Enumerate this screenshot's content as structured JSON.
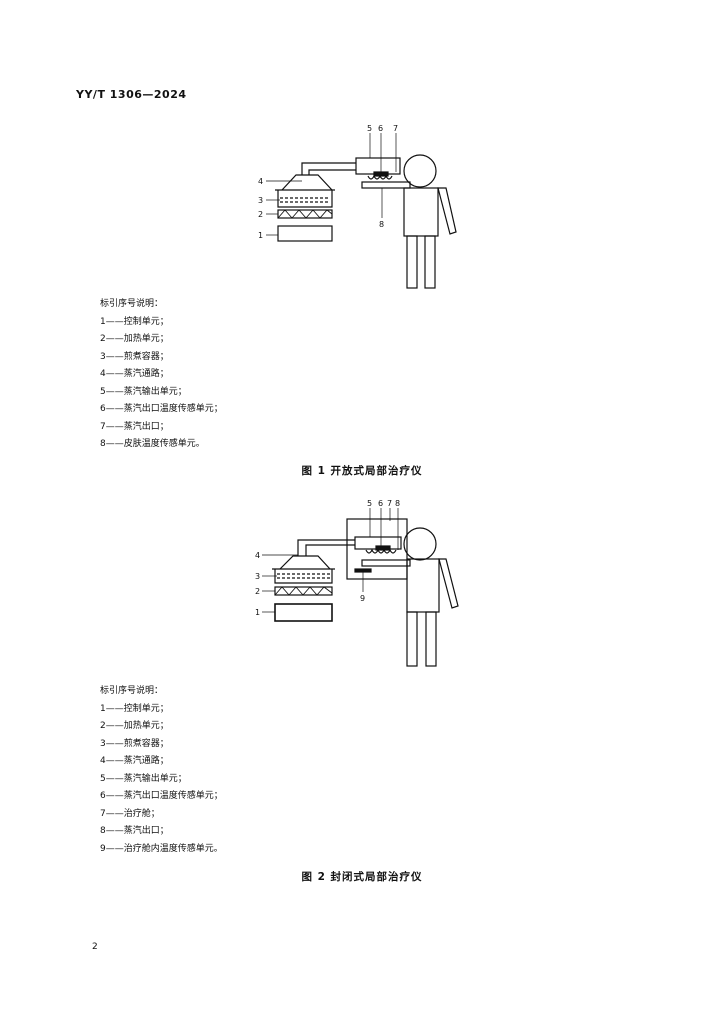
{
  "header": {
    "standard_number": "YY/T 1306—2024"
  },
  "figure1": {
    "callouts": [
      "1",
      "2",
      "3",
      "4",
      "5",
      "6",
      "7",
      "8"
    ],
    "legend_title": "标引序号说明：",
    "legend_items": [
      "1——控制单元；",
      "2——加热单元；",
      "3——煎煮容器；",
      "4——蒸汽通路；",
      "5——蒸汽输出单元；",
      "6——蒸汽出口温度传感单元；",
      "7——蒸汽出口；",
      "8——皮肤温度传感单元。"
    ],
    "caption": "图 1    开放式局部治疗仪"
  },
  "figure2": {
    "callouts": [
      "1",
      "2",
      "3",
      "4",
      "5",
      "6",
      "7",
      "8",
      "9"
    ],
    "legend_title": "标引序号说明：",
    "legend_items": [
      "1——控制单元；",
      "2——加热单元；",
      "3——煎煮容器；",
      "4——蒸汽通路；",
      "5——蒸汽输出单元；",
      "6——蒸汽出口温度传感单元；",
      "7——治疗舱；",
      "8——蒸汽出口；",
      "9——治疗舱内温度传感单元。"
    ],
    "caption": "图 2    封闭式局部治疗仪"
  },
  "page_number": "2"
}
